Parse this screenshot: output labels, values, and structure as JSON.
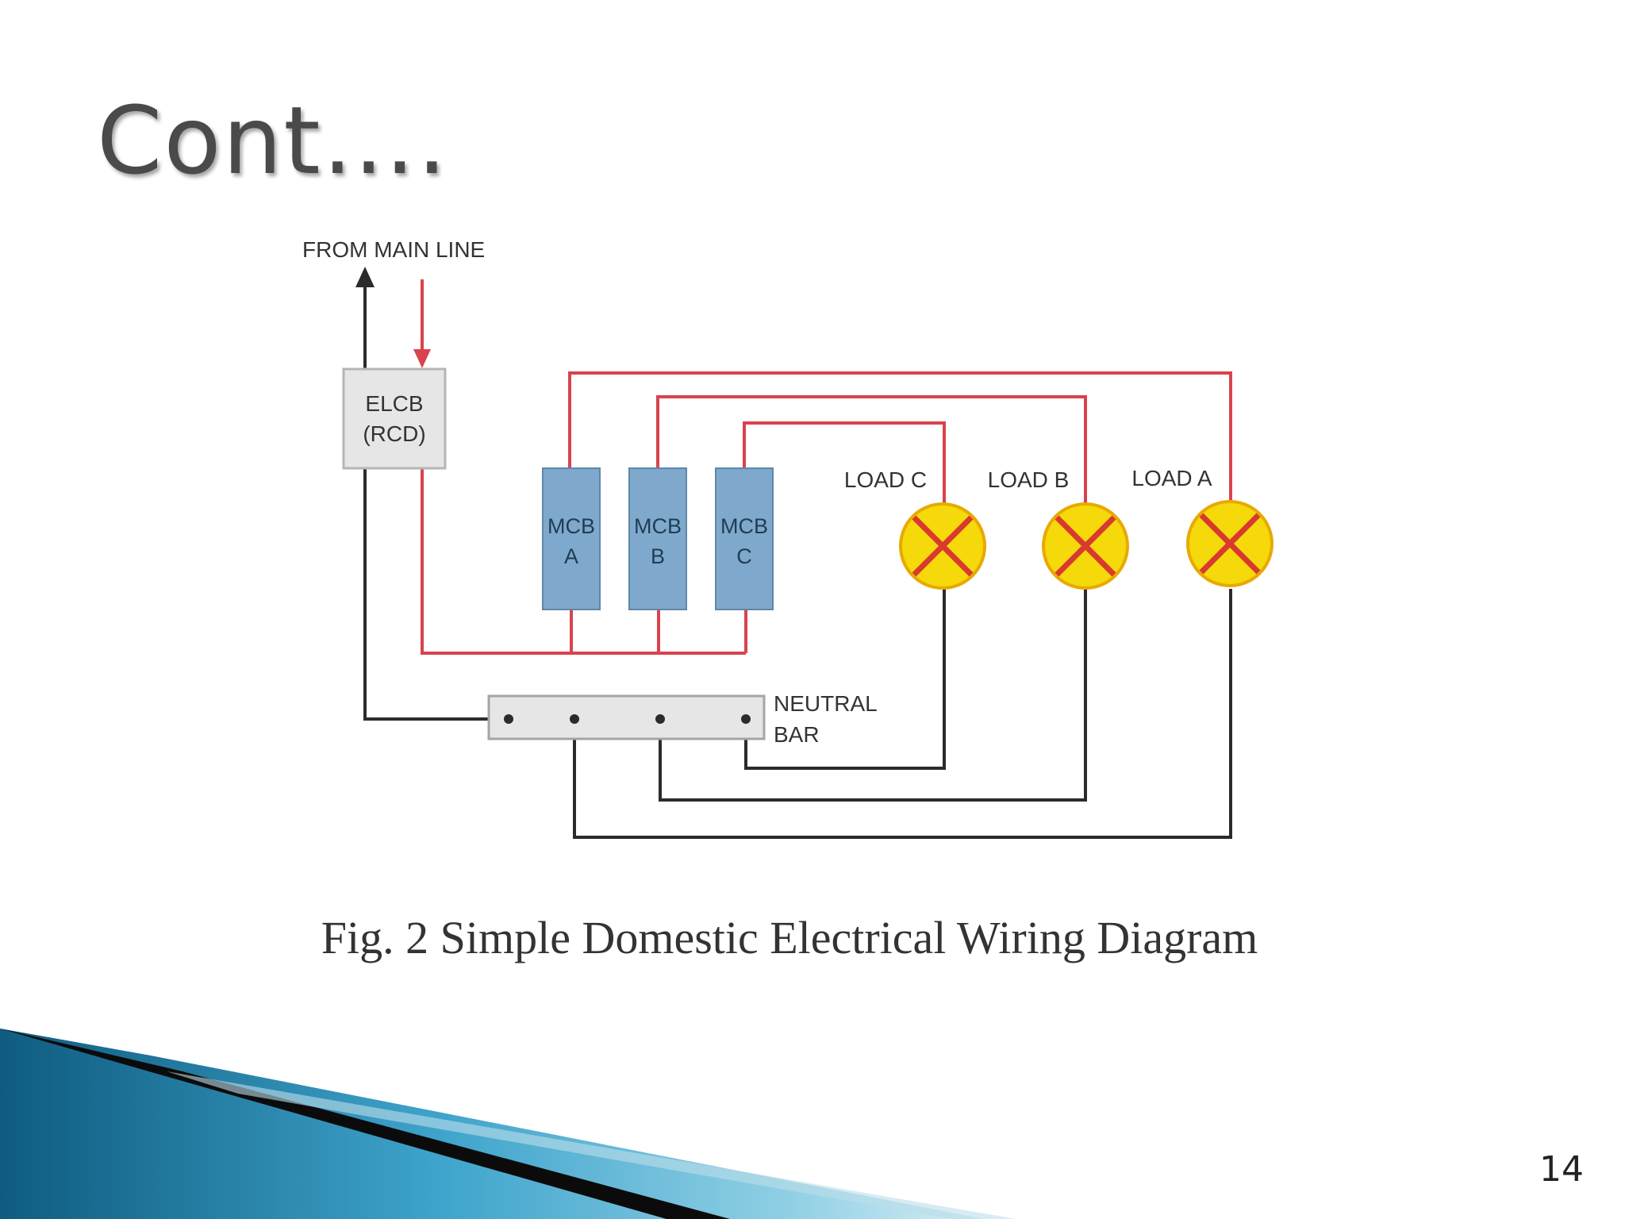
{
  "slide": {
    "title": "Cont….",
    "caption": "Fig. 2 Simple Domestic Electrical Wiring Diagram",
    "page_number": "14"
  },
  "diagram": {
    "main_line_label": "FROM MAIN LINE",
    "elcb": {
      "line1": "ELCB",
      "line2": "(RCD)"
    },
    "mcbs": [
      {
        "line1": "MCB",
        "line2": "A"
      },
      {
        "line1": "MCB",
        "line2": "B"
      },
      {
        "line1": "MCB",
        "line2": "C"
      }
    ],
    "loads": [
      "LOAD C",
      "LOAD B",
      "LOAD A"
    ],
    "neutral_bar": {
      "line1": "NEUTRAL",
      "line2": "BAR"
    }
  },
  "colors": {
    "live_wire": "#d9434d",
    "neutral_wire": "#2b2b2b",
    "mcb_fill": "#7ea9cc",
    "lamp_fill": "#f5d90a",
    "lamp_cross": "#d93a2f",
    "box_fill": "#e6e6e6"
  }
}
